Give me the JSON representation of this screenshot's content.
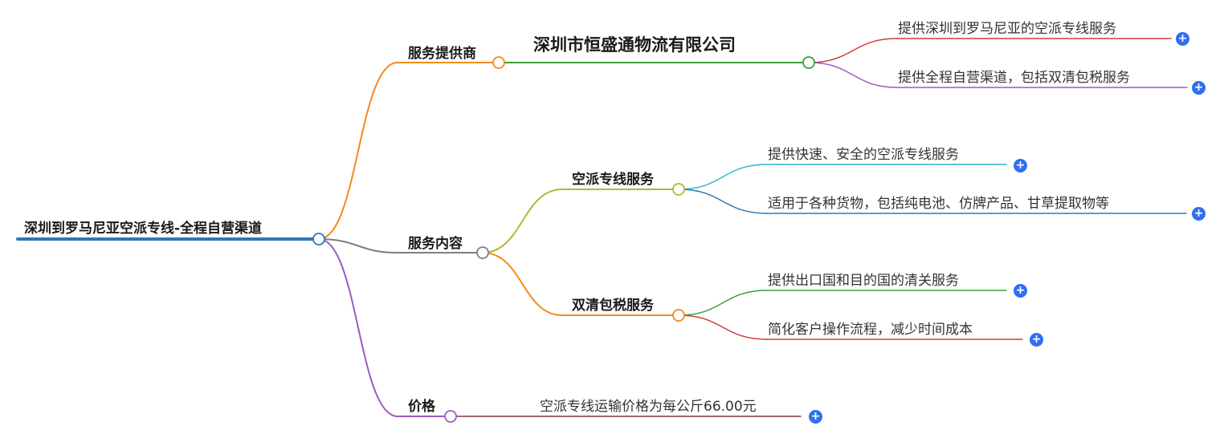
{
  "root": {
    "label": "深圳到罗马尼亚空派专线-全程自营渠道",
    "color": "#2e77b8"
  },
  "branches": [
    {
      "label": "服务提供商",
      "color": "#f28a1c",
      "children": [
        {
          "label": "深圳市恒盛通物流有限公司",
          "color": "#3aa03a",
          "children": [
            {
              "label": "提供深圳到罗马尼亚的空派专线服务",
              "color": "#d23a3a"
            },
            {
              "label": "提供全程自营渠道，包括双清包税服务",
              "color": "#9b5bc0"
            }
          ]
        }
      ]
    },
    {
      "label": "服务内容",
      "color": "#7f7f7f",
      "children": [
        {
          "label": "空派专线服务",
          "color": "#b5b82a",
          "children": [
            {
              "label": "提供快速、安全的空派专线服务",
              "color": "#2fb8cc"
            },
            {
              "label": "适用于各种货物，包括纯电池、仿牌产品、甘草提取物等",
              "color": "#2b78b5"
            }
          ]
        },
        {
          "label": "双清包税服务",
          "color": "#f28a1c",
          "children": [
            {
              "label": "提供出口国和目的国的清关服务",
              "color": "#3aa03a"
            },
            {
              "label": "简化客户操作流程，减少时间成本",
              "color": "#d23a3a"
            }
          ]
        }
      ]
    },
    {
      "label": "价格",
      "color": "#9b5bc0",
      "children": [
        {
          "label": "空派专线运输价格为每公斤66.00元",
          "color": "#7a3a3a"
        }
      ]
    }
  ],
  "icons": {
    "expand": "plus-circle-icon",
    "node": "circle-connector-icon"
  },
  "expand_symbol": "+"
}
